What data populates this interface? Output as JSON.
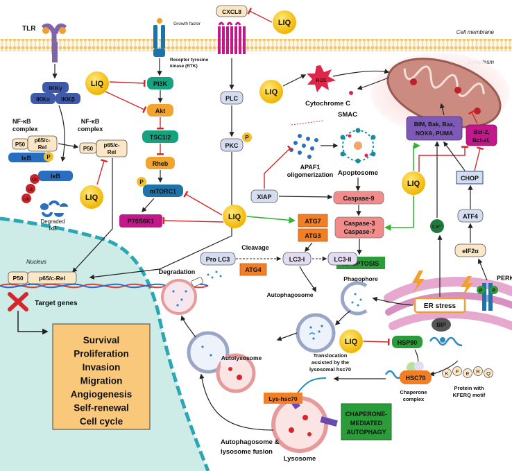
{
  "labels": {
    "cell_membrane": "Cell membrane",
    "cytoplasm": "Cytoplasm",
    "nucleus": "Nucleus",
    "growth_factor": "Growth factor",
    "rtk_line1": "Receptor tyrosine",
    "rtk_line2": "kinase (RTK)",
    "tlr": "TLR",
    "nfkb_complex_1a": "NF-κB",
    "nfkb_complex_1b": "complex",
    "nfkb_complex_2a": "NF-κB",
    "nfkb_complex_2b": "complex",
    "degraded_ikb_1": "Degraded",
    "degraded_ikb_2": "IκB",
    "cytochrome_c": "Cytochrome C",
    "smac": "SMAC",
    "apaf1_1": "APAF1",
    "apaf1_2": "oligomerization",
    "apoptosome": "Apoptosome",
    "target_genes": "Target genes",
    "degradation": "Degradation",
    "cleavage": "Cleavage",
    "phagophore": "Phagophore",
    "autophagosome": "Autophagosome",
    "autolysosome": "Autolysosome",
    "translocation_1": "Translocation",
    "translocation_2": "assisted by the",
    "translocation_3": "lysosomal hsc70",
    "chaperone_complex_1": "Chaperone",
    "chaperone_complex_2": "complex",
    "protein_kferq_1": "Protein with",
    "protein_kferq_2": "KFERQ motif",
    "fusion_1": "Autophagosome &",
    "fusion_2": "lysosome fusion",
    "lysosome": "Lysosome",
    "perk": "PERK",
    "er_stress": "ER stress",
    "bip": "BIP",
    "ros": "ROS",
    "ca": "Ca²⁺",
    "ub": "Ub",
    "p": "P",
    "p50": "P50",
    "kferq": [
      "K",
      "F",
      "E",
      "R",
      "Q"
    ]
  },
  "nodes": {
    "cxcl8": "CXCL8",
    "pi3k": "PI3K",
    "akt": "Akt",
    "tsc": "TSC1/2",
    "rheb": "Rheb",
    "mtorc1": "mTORC1",
    "p70s6k1": "P70S6K1",
    "plc": "PLC",
    "pkc": "PKC",
    "ikk_gamma": "IKKγ",
    "ikk_alpha": "IKKα",
    "ikk_beta": "IKKβ",
    "p65_a": "p65/c-",
    "p65_b": "Rel",
    "p65_c": "p65/c-",
    "p65_d": "Rel",
    "ikb_bound": "IκB",
    "ikb_free": "IκB",
    "nucleus_p65": "p65/c-Rel",
    "xiap": "XIAP",
    "caspase9": "Caspase-9",
    "caspase3": "Caspase-3",
    "caspase7": "Caspase-7",
    "apoptosis": "APOPTOSIS",
    "bim_1": "BIM, Bak, Bax,",
    "bim_2": "NOXA, PUMA",
    "bcl_1": "Bcl-2,",
    "bcl_2": "Bcl-xL",
    "chop": "CHOP",
    "atf4": "ATF4",
    "eif2a": "eIF2α",
    "atg7": "ATG7",
    "atg3": "ATG3",
    "atg4": "ATG4",
    "pro_lc3": "Pro LC3",
    "lc3_1": "LC3-I",
    "lc3_2": "LC3-II",
    "hsp90": "HSP90",
    "hsc70": "HSC70",
    "lys_hsc70": "Lys-hsc70",
    "cma_1": "CHAPERONE-",
    "cma_2": "MEDIATED",
    "cma_3": "AUTOPHAGY",
    "liq": "LIQ"
  },
  "outcomes": [
    "Survival",
    "Proliferation",
    "Invasion",
    "Migration",
    "Angiogenesis",
    "Self-renewal",
    "Cell cycle"
  ],
  "colors": {
    "liq": "#f5c21b",
    "pi3k_path": "#15a37f",
    "akt_path": "#f2a42d",
    "mtor": "#1e73a8",
    "magenta": "#c2188b",
    "caspase": "#f38b8b",
    "apoptosis": "#2a9d3a",
    "inhibit": "#d7262b",
    "activate": "#34b233",
    "nucleus": "#cdebe7",
    "outcome_box": "#f9c87a",
    "membrane": "#f2c56b"
  }
}
